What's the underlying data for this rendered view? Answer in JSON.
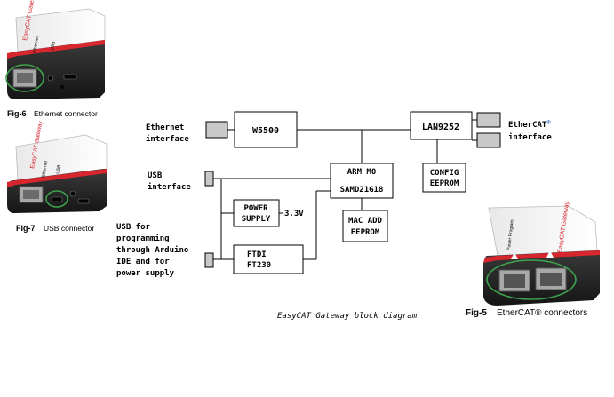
{
  "photos": {
    "fig6": {
      "label": "Fig-6",
      "caption": "Ethernet connector"
    },
    "fig7": {
      "label": "Fig-7",
      "caption": "USB connector"
    },
    "fig5": {
      "label": "Fig-5",
      "caption": "EtherCAT® connectors"
    },
    "device_brand": "EasyCAT Gateway",
    "device_ports": [
      "Ethernet",
      "USB",
      "Power Program"
    ]
  },
  "diagram": {
    "title": "EasyCAT Gateway  block  diagram",
    "labels": {
      "ethernet_line1": "Ethernet",
      "ethernet_line2": "interface",
      "usb_line1": "USB",
      "usb_line2": "interface",
      "usbprog_line1": "USB for",
      "usbprog_line2": "programming",
      "usbprog_line3": "through Arduino",
      "usbprog_line4": "IDE and for",
      "usbprog_line5": "power supply",
      "ethercat_line1": "EtherCAT",
      "ethercat_reg": "®",
      "ethercat_line2": "interface",
      "voltage": "3.3V"
    },
    "blocks": {
      "w5500": "W5500",
      "lan9252": "LAN9252",
      "arm_line1": "ARM M0",
      "arm_line2": "SAMD21G18",
      "config_line1": "CONFIG",
      "config_line2": "EEPROM",
      "mac_line1": "MAC ADD",
      "mac_line2": "EEPROM",
      "power_line1": "POWER",
      "power_line2": "SUPPLY",
      "ftdi_line1": "FTDI",
      "ftdi_line2": "FT230"
    }
  },
  "colors": {
    "connector_fill": "#c8c8c8",
    "device_red": "#d8262e",
    "device_body": "#2a2a2a",
    "highlight_circle": "#3fa34d",
    "ethercat_reg": "#2c6fb7"
  }
}
